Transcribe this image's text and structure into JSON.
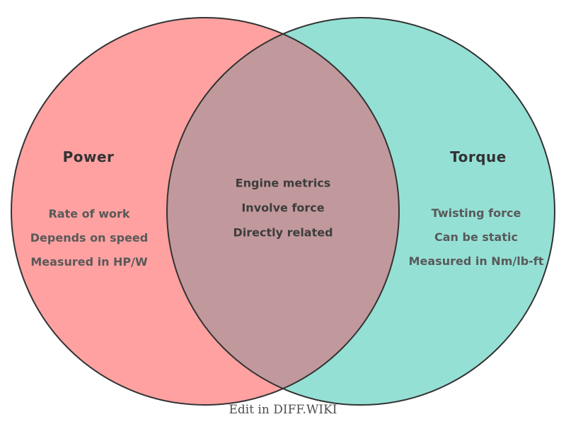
{
  "page": {
    "background": "#ffffff"
  },
  "venn": {
    "outline_color": "#333333",
    "title_color": "#333333",
    "item_color": "#595959",
    "center_item_color": "#3d3d3d",
    "left_circle": {
      "title": "Power",
      "fill": "#FFA1A1",
      "items": [
        "Rate of work",
        "Depends on speed",
        "Measured in HP/W"
      ]
    },
    "right_circle": {
      "title": "Torque",
      "fill": "#95E0D5",
      "items": [
        "Twisting force",
        "Can be static",
        "Measured in Nm/lb-ft"
      ]
    },
    "overlap": {
      "fill": "#C1999C",
      "items": [
        "Engine metrics",
        "Involve force",
        "Directly related"
      ]
    }
  },
  "footer": {
    "label": "Edit in DIFF.WIKI",
    "color": "#4f4f4f"
  }
}
